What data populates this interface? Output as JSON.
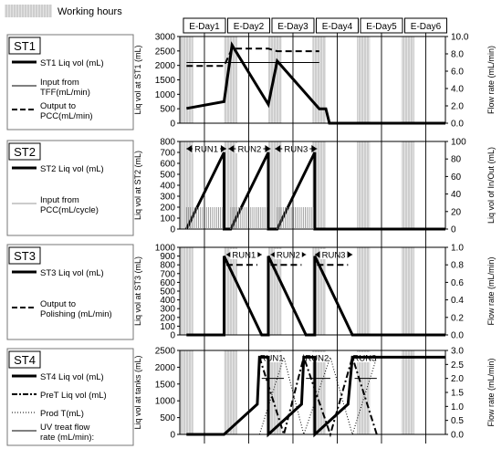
{
  "legend_top": {
    "label": "Working hours"
  },
  "days": [
    "E-Day1",
    "E-Day2",
    "E-Day3",
    "E-Day4",
    "E-Day5",
    "E-Day6"
  ],
  "chart_data": [
    {
      "type": "line",
      "panel": "ST1",
      "ylabel": "Liq vol at ST1 (mL)",
      "y2label": "Flow rate (mL/min)",
      "ylim": [
        0,
        3000
      ],
      "y2lim": [
        0,
        10
      ],
      "yticks": [
        "0",
        "500",
        "1000",
        "1500",
        "2000",
        "2500",
        "3000"
      ],
      "y2ticks": [
        "0.0",
        "2.0",
        "4.0",
        "6.0",
        "8.0",
        "10.0"
      ],
      "legend": [
        {
          "label": "ST1 Liq vol (mL)",
          "style": "thick"
        },
        {
          "label": "Input from TFF(mL/min)",
          "style": "thin"
        },
        {
          "label": "Output to PCC(mL/min)",
          "style": "dashed"
        }
      ],
      "series": [
        {
          "name": "ST1 Liq vol (mL)",
          "axis": "left",
          "x": [
            0.15,
            1.0,
            1.18,
            2.0,
            2.2,
            3.15,
            3.3,
            3.38,
            3.38,
            6.0
          ],
          "y": [
            510,
            750,
            2700,
            650,
            2150,
            500,
            500,
            0,
            0,
            0
          ]
        },
        {
          "name": "Input from TFF(mL/min)",
          "axis": "right",
          "x": [
            0.15,
            3.15
          ],
          "y": [
            7.0,
            7.0
          ]
        },
        {
          "name": "Output to PCC(mL/min)",
          "axis": "right",
          "x": [
            0.15,
            1.0,
            1.18,
            2.0,
            2.2,
            3.15
          ],
          "y": [
            6.6,
            6.6,
            8.6,
            8.6,
            8.3,
            8.3
          ]
        }
      ]
    },
    {
      "type": "line",
      "panel": "ST2",
      "ylabel": "Liq vol at ST2 (mL)",
      "y2label": "Liq vol of In/Out (mL)",
      "ylim": [
        0,
        800
      ],
      "y2lim": [
        0,
        100
      ],
      "yticks": [
        "0",
        "100",
        "200",
        "300",
        "400",
        "500",
        "600",
        "700",
        "800"
      ],
      "y2ticks": [
        "0",
        "20",
        "40",
        "60",
        "80",
        "100"
      ],
      "runs": [
        "RUN1",
        "RUN2",
        "RUN3"
      ],
      "legend": [
        {
          "label": "ST2 Liq vol (mL)",
          "style": "thick"
        },
        {
          "label": "Input from PCC(mL/cycle)",
          "style": "gray"
        }
      ],
      "series": [
        {
          "name": "ST2 Liq vol (mL)",
          "axis": "left",
          "x": [
            0.15,
            1.0,
            1.0,
            1.15,
            2.0,
            2.0,
            2.2,
            3.05,
            3.05,
            6.0
          ],
          "y": [
            0,
            700,
            0,
            0,
            700,
            0,
            0,
            700,
            0,
            0
          ]
        },
        {
          "name": "Input from PCC(mL/cycle)",
          "axis": "right",
          "segments": [
            [
              0.15,
              1.0
            ],
            [
              1.15,
              2.0
            ],
            [
              2.2,
              3.05
            ]
          ],
          "value": 25
        }
      ]
    },
    {
      "type": "line",
      "panel": "ST3",
      "ylabel": "Liq vol at ST3 (mL)",
      "y2label": "Flow rate (mL/min)",
      "ylim": [
        0,
        1000
      ],
      "y2lim": [
        0,
        1.0
      ],
      "yticks": [
        "0",
        "100",
        "200",
        "300",
        "400",
        "500",
        "600",
        "700",
        "800",
        "900",
        "1000"
      ],
      "y2ticks": [
        "0.0",
        "0.2",
        "0.4",
        "0.6",
        "0.8",
        "1.0"
      ],
      "runs": [
        "RUN1",
        "RUN2",
        "RUN3"
      ],
      "legend": [
        {
          "label": "ST3 Liq vol (mL)",
          "style": "thick"
        },
        {
          "label": "Output to Polishing (mL/min)",
          "style": "dashed"
        }
      ],
      "series": [
        {
          "name": "ST3 Liq vol (mL)",
          "axis": "left",
          "x": [
            0.15,
            1.0,
            1.0,
            1.85,
            2.0,
            2.0,
            2.85,
            3.05,
            3.05,
            3.9,
            6.0
          ],
          "y": [
            0,
            0,
            900,
            0,
            0,
            900,
            0,
            0,
            900,
            0,
            0
          ]
        },
        {
          "name": "Output to Polishing (mL/min)",
          "axis": "right",
          "segments": [
            [
              1.05,
              1.75
            ],
            [
              2.05,
              2.75
            ],
            [
              3.1,
              3.8
            ]
          ],
          "value": 0.8
        }
      ]
    },
    {
      "type": "line",
      "panel": "ST4",
      "ylabel": "Liq vol at tanks (mL)",
      "y2label": "Flow rate (mL/min)",
      "ylim": [
        0,
        2500
      ],
      "y2lim": [
        0,
        3.0
      ],
      "yticks": [
        "0",
        "500",
        "1000",
        "1500",
        "2000",
        "2500"
      ],
      "y2ticks": [
        "0.0",
        "0.5",
        "1.0",
        "1.5",
        "2.0",
        "2.5",
        "3.0"
      ],
      "runs": [
        "RUN1",
        "RUN2",
        "RUN3"
      ],
      "legend": [
        {
          "label": "ST4 Liq vol (mL)",
          "style": "thick"
        },
        {
          "label": "PreT Liq vol (mL)",
          "style": "dashdot"
        },
        {
          "label": "Prod T(mL)",
          "style": "dotted"
        },
        {
          "label": "UV treat flow rate (mL/min):",
          "style": "thin"
        }
      ],
      "series": [
        {
          "name": "ST4 Liq vol (mL)",
          "axis": "left",
          "x": [
            0.15,
            1.0,
            1.75,
            1.8,
            2.0,
            2.0,
            2.75,
            2.8,
            3.05,
            3.05,
            3.8,
            3.9,
            6.0
          ],
          "y": [
            0,
            0,
            900,
            2300,
            2300,
            0,
            900,
            2300,
            2300,
            0,
            900,
            2300,
            2300
          ]
        },
        {
          "name": "PreT Liq vol (mL)",
          "axis": "left",
          "x": [
            1.8,
            2.35,
            2.8,
            3.4,
            3.9,
            4.45
          ],
          "y": [
            2300,
            0,
            2300,
            0,
            2300,
            0
          ]
        },
        {
          "name": "Prod T(mL)",
          "axis": "left",
          "x": [
            1.8,
            2.35,
            2.8,
            3.4,
            3.9,
            4.45
          ],
          "y": [
            0,
            2300,
            0,
            2300,
            0,
            2300
          ]
        },
        {
          "name": "UV treat flow rate (mL/min):",
          "axis": "right",
          "segments": [
            [
              1.85,
              2.35
            ],
            [
              2.85,
              3.4
            ],
            [
              3.95,
              4.45
            ]
          ],
          "value": 2.0
        }
      ]
    }
  ]
}
